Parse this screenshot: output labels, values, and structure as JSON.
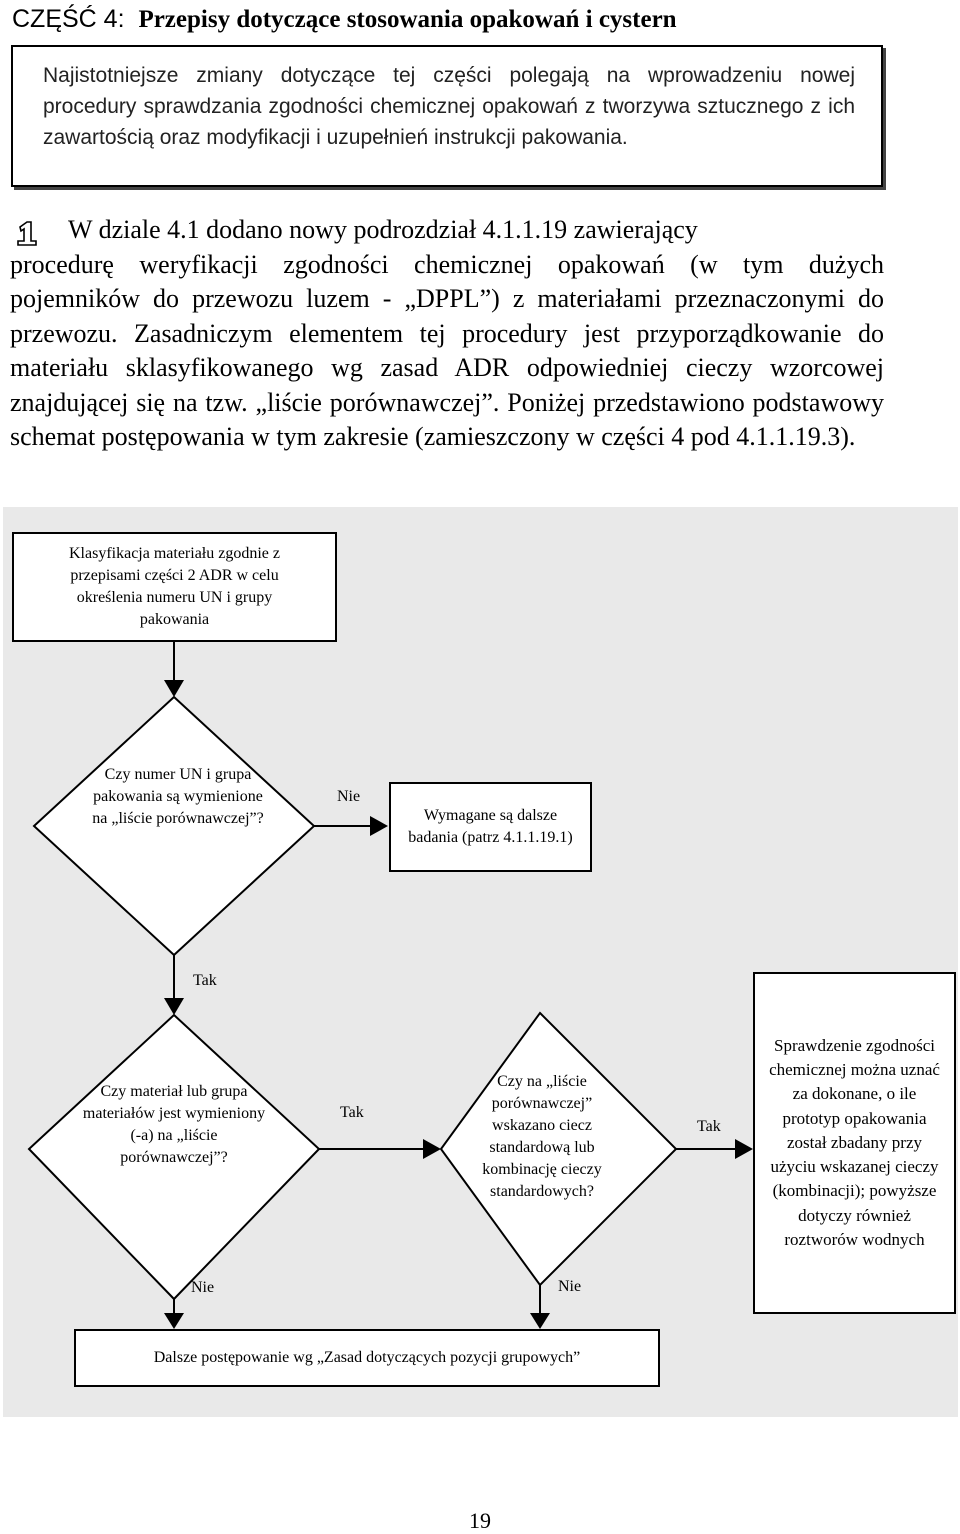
{
  "heading": {
    "part": "CZĘŚĆ 4:",
    "title": "Przepisy dotyczące stosowania opakowań i cystern"
  },
  "summary": "Najistotniejsze zmiany dotyczące tej części polegają na wprowadzeniu nowej procedury sprawdzania zgodności chemicznej opakowań z tworzywa sztucznego z ich zawartością oraz modyfikacji i uzupełnień instrukcji pakowania.",
  "intro": {
    "icon": "number-one-icon",
    "first_line": "W dziale 4.1 dodano nowy podrozdział 4.1.1.19 zawierający",
    "body": "procedurę weryfikacji zgodności chemicznej opakowań (w tym dużych pojemników do przewozu luzem - „DPPL”) z materiałami przeznaczonymi do przewozu. Zasadniczym elementem tej procedury jest przyporządkowanie do materiału sklasyfikowanego wg zasad ADR odpowiedniej cieczy wzorcowej znajdującej się na tzw. „liście porównawczej”. Poniżej przedstawiono podstawowy schemat postępowania w tym zakresie (zamieszczony w części 4 pod 4.1.1.19.3)."
  },
  "flowchart": {
    "start": "Klasyfikacja materiału zgodnie z przepisami części 2 ADR w celu określenia numeru UN i grupy pakowania",
    "decision1": "Czy numer UN i grupa pakowania są wymienione na „liście porównawczej”?",
    "no1_label": "Nie",
    "further_tests": "Wymagane są dalsze badania (patrz 4.1.1.19.1)",
    "yes1_label": "Tak",
    "decision2": "Czy materiał lub grupa materiałów jest wymieniony (-a) na „liście porównawczej”?",
    "yes2_label": "Tak",
    "decision3": "Czy na „liście porównawczej” wskazano ciecz standardową lub kombinację cieczy standardowych?",
    "yes3_label": "Tak",
    "result": "Sprawdzenie zgodności chemicznej można uznać za dokonane, o ile prototyp opakowania został zbadany przy użyciu wskazanej cieczy (kombinacji); powyższe dotyczy również roztworów wodnych",
    "no2_label": "Nie",
    "no3_label": "Nie",
    "end": "Dalsze postępowanie wg „Zasad dotyczących pozycji grupowych”"
  },
  "page_number": "19"
}
